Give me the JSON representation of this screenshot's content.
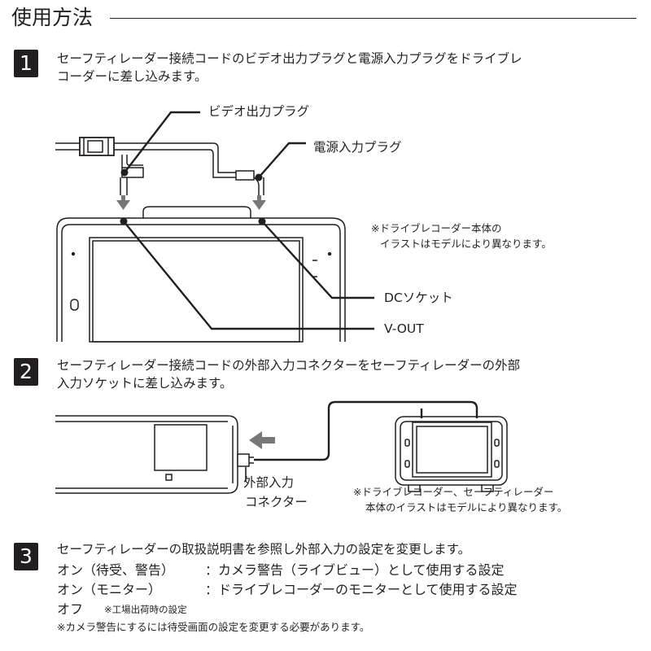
{
  "page_title": "使用方法",
  "steps": [
    {
      "number": "1",
      "text_lines": [
        "セーフティレーダー接続コードのビデオ出力プラグと電源入力プラグをドライブレ",
        "コーダーに差し込みます。"
      ]
    },
    {
      "number": "2",
      "text_lines": [
        "セーフティレーダー接続コードの外部入力コネクターをセーフティレーダーの外部",
        "入力ソケットに差し込みます。"
      ]
    },
    {
      "number": "3",
      "text": "セーフティレーダーの取扱説明書を参照し外部入力の設定を変更します。"
    }
  ],
  "diagram1": {
    "video_plug_label": "ビデオ出力プラグ",
    "power_plug_label": "電源入力プラグ",
    "dc_socket_label": "DCソケット",
    "vout_label": "V-OUT",
    "note_lines": [
      "※ドライブレコーダー本体の",
      "イラストはモデルにより異なります。"
    ]
  },
  "diagram2": {
    "connector_label_lines": [
      "外部入力",
      "コネクター"
    ],
    "note_lines": [
      "※ドライブレコーダー、セーフティレーダー",
      "本体のイラストはモデルにより異なります。"
    ]
  },
  "settings": [
    {
      "name": "オン（待受、警告）",
      "desc": "：カメラ警告（ライブビュー）として使用する設定"
    },
    {
      "name": "オン（モニター）",
      "desc": "：ドライブレコーダーのモニターとして使用する設定"
    },
    {
      "name": "オフ",
      "note": "※工場出荷時の設定"
    }
  ],
  "footer_note": "※カメラ警告にするには待受画面の設定を変更する必要があります。"
}
